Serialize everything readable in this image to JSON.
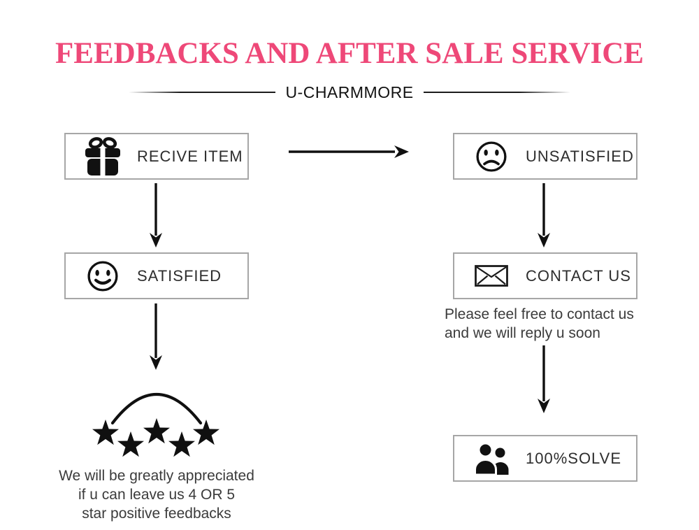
{
  "colors": {
    "accent_pink": "#EE4878",
    "border_gray": "#A6A6A6",
    "ink_black": "#111111",
    "text_gray": "#3B3B3B"
  },
  "header": {
    "title": "FEEDBACKS AND AFTER SALE SERVICE",
    "brand": "U-CHARMMORE"
  },
  "left_flow": {
    "receive": {
      "label": "RECIVE ITEM",
      "icon": "gift-icon"
    },
    "satisfied": {
      "label": "SATISFIED",
      "icon": "happy-face-icon"
    },
    "stars": {
      "count": 5
    },
    "note_lines": [
      "We will be greatly appreciated",
      "if u can leave us 4 OR 5",
      "star positive feedbacks"
    ]
  },
  "right_flow": {
    "unsatisfied": {
      "label": "UNSATISFIED",
      "icon": "sad-face-icon"
    },
    "contact": {
      "label": "CONTACT US",
      "icon": "envelope-icon"
    },
    "note_lines": [
      "Please feel free to contact us",
      "and we will reply u soon"
    ],
    "solve": {
      "label": "100%SOLVE",
      "icon": "people-icon"
    }
  }
}
